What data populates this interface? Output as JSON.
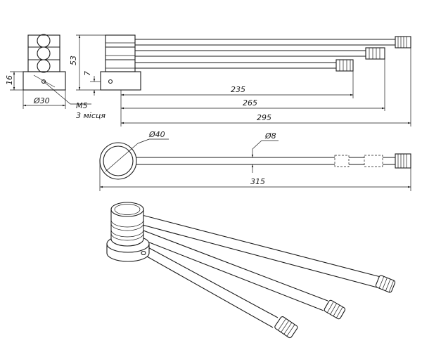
{
  "dimensions": {
    "d235": "235",
    "d265": "265",
    "d295": "295",
    "d315": "315",
    "d53": "53",
    "d16": "16",
    "d7": "7",
    "phi30": "Ø30",
    "phi40": "Ø40",
    "phi8": "Ø8"
  },
  "callouts": {
    "thread": "M5",
    "places": "3 місця"
  },
  "colors": {
    "line": "#1a1a1a",
    "background": "#ffffff"
  }
}
